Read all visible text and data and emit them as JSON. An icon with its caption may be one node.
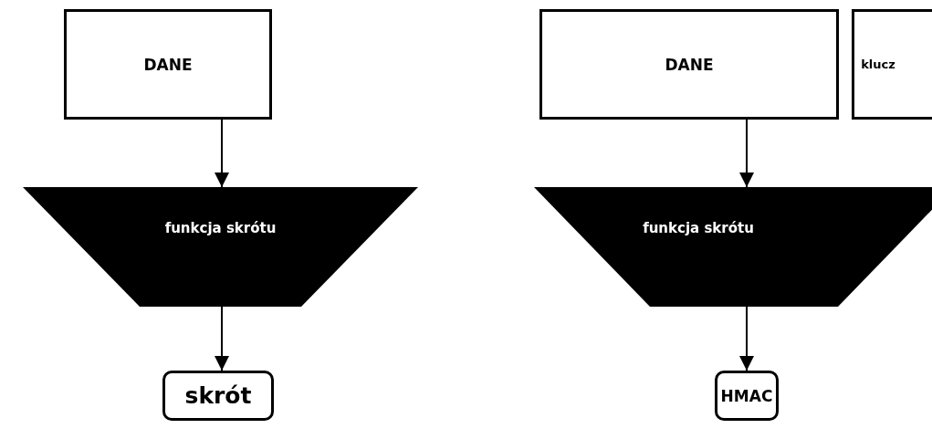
{
  "diagram": {
    "nodes": [
      {
        "text": [
          "DANE"
        ]
      },
      {
        "text": [
          "funkcja skrótu"
        ]
      },
      {
        "text": [
          "skrót"
        ]
      },
      {
        "text": [
          "DANE"
        ]
      },
      {
        "text": [
          "klucz"
        ]
      },
      {
        "text": [
          "funkcja skrótu"
        ]
      },
      {
        "text": [
          "HMAC"
        ]
      }
    ],
    "edges": [
      {
        "from": 0,
        "to": 1,
        "arrow": "to"
      },
      {
        "from": 1,
        "to": 2,
        "arrow": "to"
      },
      {
        "from": 3,
        "to": 5,
        "arrow": "to"
      },
      {
        "from": 5,
        "to": 6,
        "arrow": "to"
      }
    ]
  }
}
